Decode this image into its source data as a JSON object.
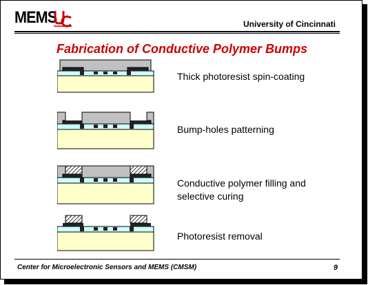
{
  "header": {
    "logo_text": "MEMS",
    "university": "University of Cincinnati"
  },
  "title": "Fabrication of Conductive Polymer Bumps",
  "steps": [
    {
      "label": "Thick photoresist spin-coating"
    },
    {
      "label": "Bump-holes patterning"
    },
    {
      "label": "Conductive polymer filling and selective curing"
    },
    {
      "label": "Photoresist removal"
    }
  ],
  "footer": {
    "center_name": "Center for Microelectronic Sensors and MEMS (CMSM)",
    "page_number": "9"
  },
  "colors": {
    "title": "#cc0000",
    "substrate": "#ffffcc",
    "dielectric": "#ccffff",
    "photoresist": "#c0c0c0",
    "metal": "#222222"
  }
}
